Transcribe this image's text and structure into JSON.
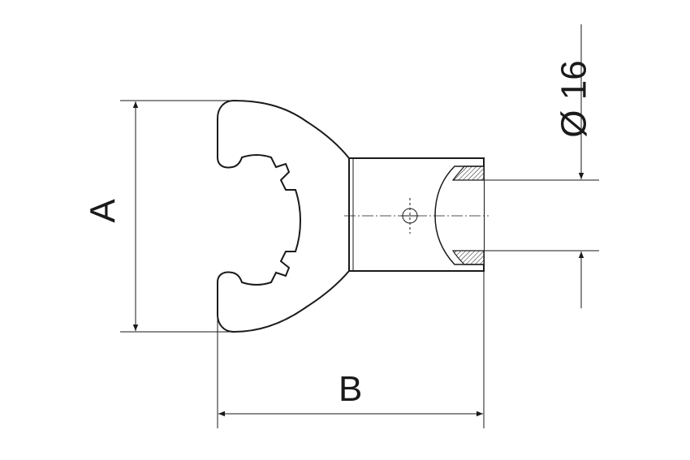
{
  "drawing": {
    "dimension_a": "A",
    "dimension_b": "B",
    "dimension_diameter": "Ø 16"
  }
}
